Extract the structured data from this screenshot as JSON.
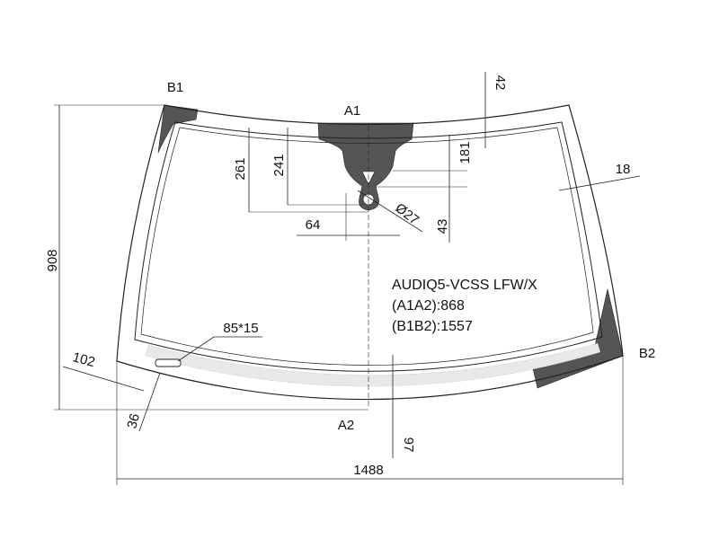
{
  "part": {
    "code": "AUDIQ5-VCSS LFW/X",
    "a1a2": "(A1A2):868",
    "b1b2": "(B1B2):1557"
  },
  "points": {
    "a1": "A1",
    "a2": "A2",
    "b1": "B1",
    "b2": "B2"
  },
  "dimensions": {
    "overall_height": "908",
    "overall_width": "1488",
    "top_edge_offset": "42",
    "sensor_area_1": "261",
    "sensor_area_2": "241",
    "sensor_area_3": "181",
    "sensor_bottom": "43",
    "sensor_width": "64",
    "hole_diameter": "Ø27",
    "side_band": "18",
    "corner_offset": "102",
    "corner_height": "36",
    "vin_window": "85*15",
    "bottom_offset": "97"
  },
  "colors": {
    "ceramic": "#555555",
    "outline": "#222222",
    "dotted_band": "#bbbbbb"
  }
}
